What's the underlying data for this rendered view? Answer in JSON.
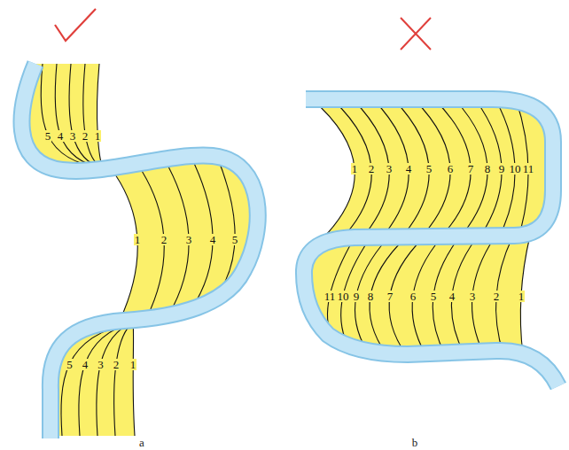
{
  "diagram": {
    "labels": [
      "5",
      "4",
      "3",
      "2",
      "1",
      "1",
      "2",
      "3",
      "4",
      "5",
      "5",
      "4",
      "3",
      "2",
      "1",
      "a",
      "1",
      "2",
      "3",
      "4",
      "5",
      "6",
      "7",
      "8",
      "9",
      "10",
      "11",
      "11",
      "10",
      "9",
      "8",
      "7",
      "6",
      "5",
      "4",
      "3",
      "2",
      "1",
      "b"
    ]
  }
}
